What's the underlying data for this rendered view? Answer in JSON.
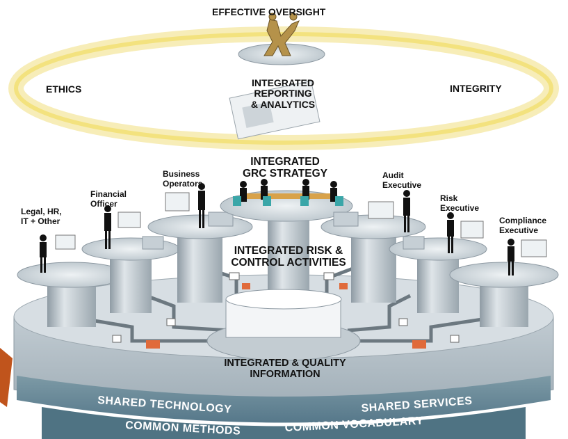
{
  "diagram": {
    "top_label": "EFFECTIVE OVERSIGHT",
    "ring_left": "ETHICS",
    "ring_right": "INTEGRITY",
    "reporting": "INTEGRATED\nREPORTING\n& ANALYTICS",
    "strategy": "INTEGRATED\nGRC STRATEGY",
    "risk_control": "INTEGRATED RISK &\nCONTROL ACTIVITIES",
    "information": "INTEGRATED & QUALITY\nINFORMATION",
    "roles": {
      "legal": "Legal, HR,\nIT + Other",
      "financial": "Financial\nOfficer",
      "business": "Business\nOperators",
      "audit": "Audit\nExecutive",
      "risk": "Risk\nExecutive",
      "compliance": "Compliance\nExecutive"
    },
    "base": {
      "shared_technology": "SHARED TECHNOLOGY",
      "shared_services": "SHARED SERVICES",
      "common_methods": "COMMON METHODS",
      "common_vocabulary": "COMMON VOCABULARY"
    },
    "colors": {
      "halo": "#f2e48a",
      "pillar": "#b9c3ca",
      "base_band": "#6f8f9c",
      "base_lower": "#4f7383",
      "accent_orange": "#c0541c"
    }
  }
}
